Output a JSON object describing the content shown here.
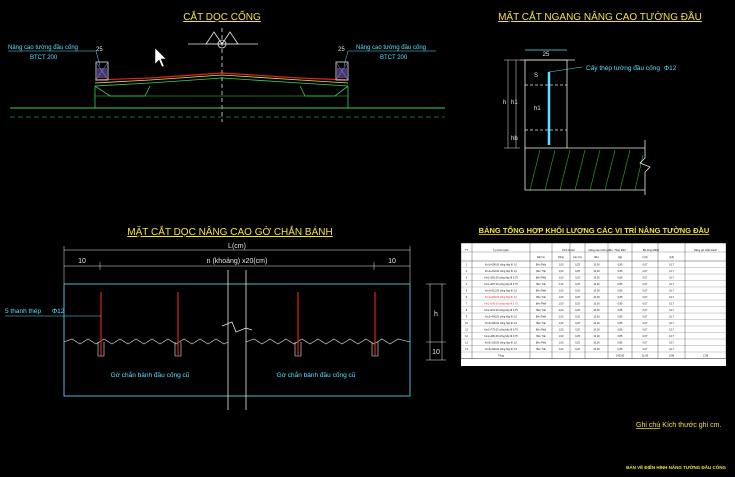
{
  "titles": {
    "longitudinal": "CẮT DỌC CỐNG",
    "cross_section": "MẶT CẮT NGANG NÂNG CAO TƯỜNG ĐẦU",
    "wheel_guard": "MẶT CẮT DỌC NÂNG CAO GỜ CHẮN BÁNH",
    "table": "BẢNG TỔNG HỢP KHỐI LƯỢNG CÁC VỊ TRÍ NÂNG TƯỜNG ĐẦU"
  },
  "longitudinal": {
    "label_left": "Nâng cao tường đầu cống",
    "label_left_sub": "BTCT 200",
    "label_right": "Nâng cao tường đầu cống",
    "label_right_sub": "BTCT 200",
    "dim_left": "25",
    "dim_right": "25"
  },
  "cross_section": {
    "top_dim": "25",
    "rebar_label": "Cấy thép tường đầu cống",
    "rebar_size": "Φ12",
    "h_label": "h",
    "h1_label": "h1",
    "h1b_label": "h1",
    "hb_label": "hb",
    "s_label": "S"
  },
  "wheel_guard": {
    "overall": "L(cm)",
    "spacing": "n (khoảng) x20(cm)",
    "edge_left": "10",
    "edge_right": "10",
    "rebar_label": "5 thanh thép",
    "rebar_size": "Φ12",
    "h_label": "h",
    "bottom_dim": "10",
    "old_left": "Gờ chắn bánh đầu cống cũ",
    "old_right": "Gờ chắn bánh đầu cống cũ"
  },
  "table": {
    "headers": [
      "TT",
      "Lý trình tuyến",
      "Kích thước",
      "Nâng cao tường đầu",
      "Thép Φ12",
      "Bê tông M200",
      "Nâng gờ chắn bánh"
    ],
    "subheaders": [
      "",
      "",
      "Dài (m)",
      "Rộng",
      "Cao (m)",
      "Φ12",
      "(kg)",
      "(m3)",
      "(m3)"
    ],
    "rows": [
      [
        "1",
        "Km1+090.00 cống hộp Φ 1,0",
        "Bên Phải",
        "1,00",
        "0,25",
        "10,00",
        "0,85",
        "0,07",
        "0,17"
      ],
      [
        "2",
        "Km1+204.00 cống hộp Φ 1,0",
        "Bên Trái",
        "1,00",
        "0,25",
        "10,00",
        "0,85",
        "0,07",
        "0,17"
      ],
      [
        "3",
        "Km1+362.00 cống hộp Φ 0,75",
        "Bên Phải",
        "1,00",
        "0,25",
        "10,00",
        "0,85",
        "0,07",
        "0,17"
      ],
      [
        "4",
        "Km1+487.00 cống hộp Φ 0,75",
        "Bên Trái",
        "1,00",
        "0,25",
        "10,00",
        "0,85",
        "0,07",
        "0,17"
      ],
      [
        "5",
        "Km1+612.00 cống hộp Φ 1,0",
        "Bên Phải",
        "1,00",
        "0,25",
        "10,00",
        "0,85",
        "0,07",
        "0,17"
      ],
      [
        "6",
        "Km1+845.00 cống hộp Φ 1,0",
        "Bên Trái",
        "1,00",
        "0,25",
        "10,00",
        "0,85",
        "0,07",
        "0,17"
      ],
      [
        "7",
        "Km2+030.00 cống hộp Φ 0,75",
        "Bên Phải",
        "1,00",
        "0,25",
        "10,00",
        "0,85",
        "0,07",
        "0,17"
      ],
      [
        "8",
        "Km2+210.00 cống hộp Φ 0,75",
        "Bên Trái",
        "1,00",
        "0,25",
        "10,00",
        "0,85",
        "0,07",
        "0,17"
      ],
      [
        "9",
        "Km2+405.00 cống hộp Φ 1,0",
        "Bên Phải",
        "1,00",
        "0,25",
        "10,00",
        "0,85",
        "0,07",
        "0,17"
      ],
      [
        "10",
        "Km2+590.00 cống hộp Φ 1,0",
        "Bên Trái",
        "1,00",
        "0,25",
        "10,00",
        "0,85",
        "0,07",
        "0,17"
      ],
      [
        "11",
        "Km2+775.00 cống hộp Φ 0,75",
        "Bên Phải",
        "1,00",
        "0,25",
        "10,00",
        "0,85",
        "0,07",
        "0,17"
      ],
      [
        "12",
        "Km2+930.00 cống hộp Φ 0,75",
        "Bên Trái",
        "1,00",
        "0,25",
        "10,00",
        "0,85",
        "0,07",
        "0,17"
      ],
      [
        "13",
        "Km3+105.00 cống hộp Φ 1,0",
        "Bên Phải",
        "1,00",
        "0,25",
        "10,00",
        "0,85",
        "0,07",
        "0,17"
      ],
      [
        "14",
        "Km3+290.00 cống hộp Φ 1,0",
        "Bên Trái",
        "1,00",
        "0,25",
        "10,00",
        "0,85",
        "0,07",
        "0,17"
      ]
    ],
    "total_label": "Tổng",
    "total": [
      "",
      "",
      "",
      "140,00",
      "11,90",
      "0,98",
      "2,38"
    ]
  },
  "note": {
    "prefix": "Ghi chú",
    "text": "- Kích thước ghi cm."
  },
  "footer": "BẢN VẼ ĐIỂN HÌNH NÂNG TƯỜNG ĐẦU CỐNG"
}
